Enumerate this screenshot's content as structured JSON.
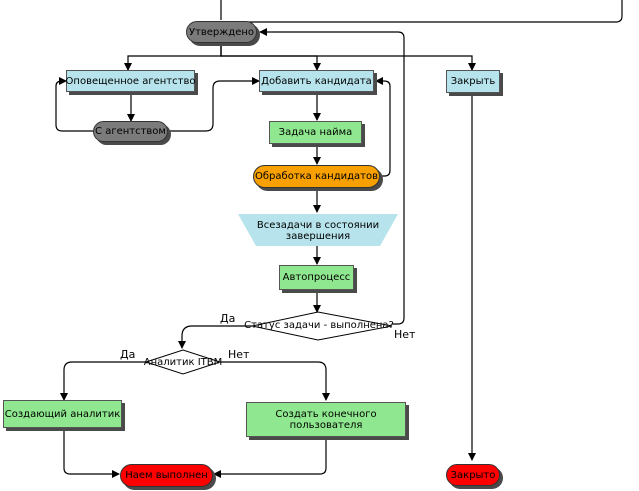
{
  "nodes": {
    "approved": "Утверждено",
    "notified_agency": "Оповещенное агентство",
    "add_candidate": "Добавить кандидата",
    "close": "Закрыть",
    "with_agency": "С агентством",
    "hiring_task": "Задача найма",
    "processing_candidates": "Обработка кандидатов",
    "all_tasks_completing_line1": "Всезадачи в состоянии",
    "all_tasks_completing_line2": "завершения",
    "autoprocess": "Автопроцесс",
    "task_status_question": "Статус задачи - выполнена?",
    "analyst_itbm": "Аналитик ITBM",
    "creating_analyst": "Создающий аналитик",
    "create_end_user_line1": "Создать конечного",
    "create_end_user_line2": "пользователя",
    "hiring_done": "Наем выполнен",
    "closed": "Закрыто"
  },
  "edge_labels": {
    "status_yes": "Да",
    "status_no": "Нет",
    "analyst_yes": "Да",
    "analyst_no": "Нет"
  },
  "colors": {
    "rect_blue": "#b7e4ec",
    "rect_green": "#8fe88f",
    "pill_gray": "#7b7b7b",
    "pill_orange": "#f7a000",
    "pill_red": "#ff0000"
  }
}
